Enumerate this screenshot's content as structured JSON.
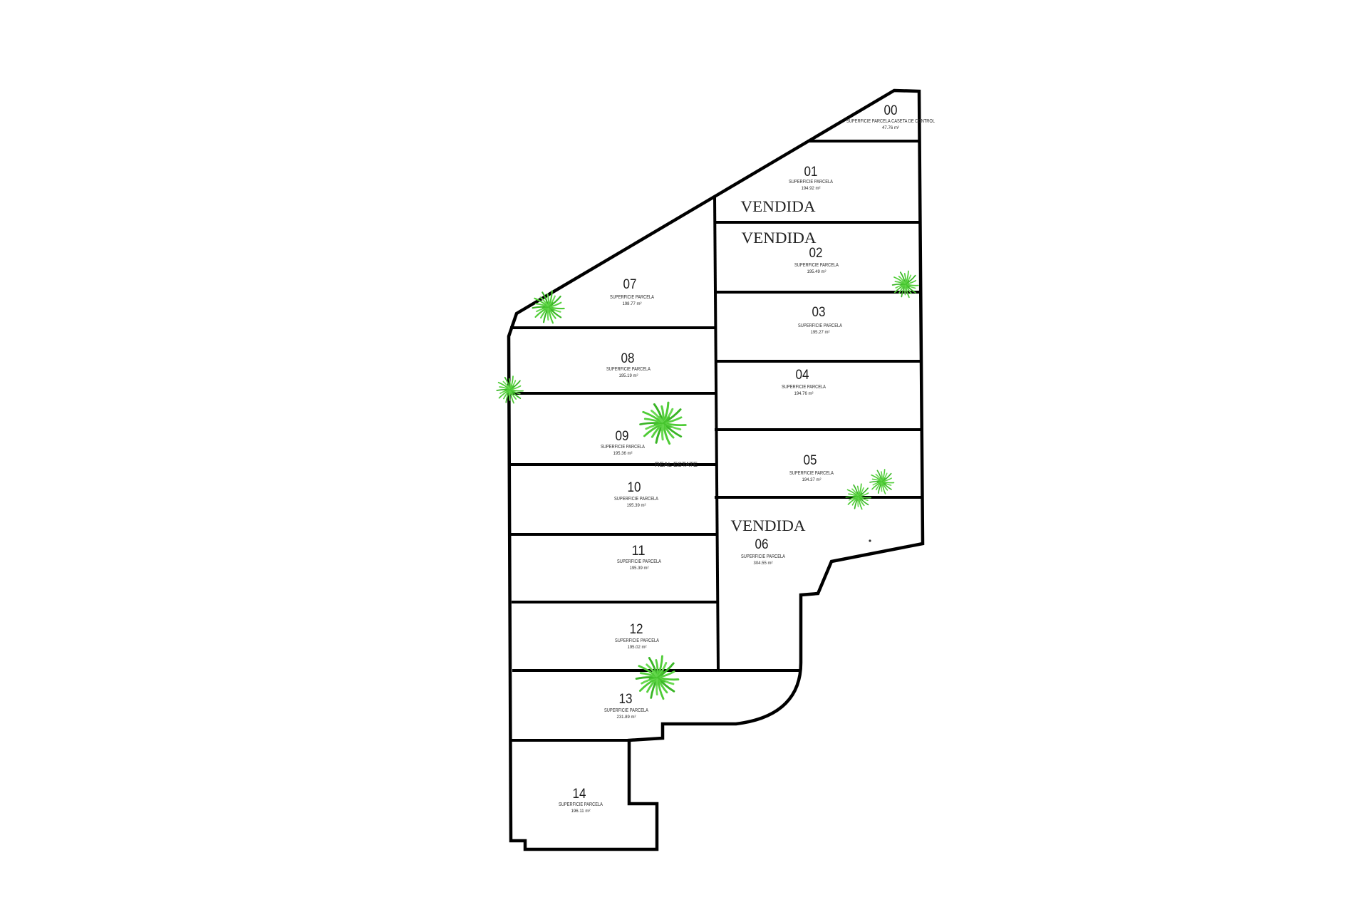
{
  "plan": {
    "sold_label": "VENDIDA",
    "watermark": "REAL ESTATE",
    "line_color": "#000000",
    "plant_color": "#4ecb35",
    "parcels": [
      {
        "num": "00",
        "desc": "SUPERFICIE PARCELA CASETA DE CONTROL",
        "area": "47.76 m²",
        "sold": false
      },
      {
        "num": "01",
        "desc": "SUPERFICIE PARCELA",
        "area": "194.92 m²",
        "sold": true
      },
      {
        "num": "02",
        "desc": "SUPERFICIE PARCELA",
        "area": "195.49 m²",
        "sold": true
      },
      {
        "num": "03",
        "desc": "SUPERFICIE PARCELA",
        "area": "195.27 m²",
        "sold": false
      },
      {
        "num": "04",
        "desc": "SUPERFICIE PARCELA",
        "area": "194.76 m²",
        "sold": false
      },
      {
        "num": "05",
        "desc": "SUPERFICIE PARCELA",
        "area": "194.37 m²",
        "sold": false
      },
      {
        "num": "06",
        "desc": "SUPERFICIE PARCELA",
        "area": "304.55 m²",
        "sold": true
      },
      {
        "num": "07",
        "desc": "SUPERFICIE PARCELA",
        "area": "198.77 m²",
        "sold": false
      },
      {
        "num": "08",
        "desc": "SUPERFICIE PARCELA",
        "area": "195.19 m²",
        "sold": false
      },
      {
        "num": "09",
        "desc": "SUPERFICIE PARCELA",
        "area": "195.36 m²",
        "sold": false
      },
      {
        "num": "10",
        "desc": "SUPERFICIE PARCELA",
        "area": "195.39 m²",
        "sold": false
      },
      {
        "num": "11",
        "desc": "SUPERFICIE PARCELA",
        "area": "195.39 m²",
        "sold": false
      },
      {
        "num": "12",
        "desc": "SUPERFICIE PARCELA",
        "area": "195.02 m²",
        "sold": false
      },
      {
        "num": "13",
        "desc": "SUPERFICIE PARCELA",
        "area": "231.89 m²",
        "sold": false
      },
      {
        "num": "14",
        "desc": "SUPERFICIE PARCELA",
        "area": "196.11 m²",
        "sold": false
      }
    ]
  }
}
